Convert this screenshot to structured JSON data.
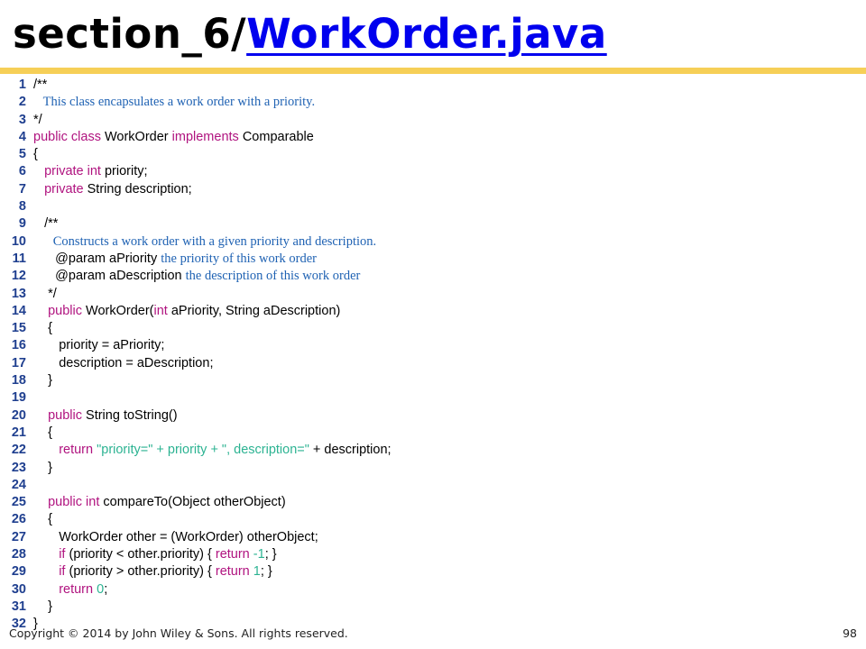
{
  "title": {
    "prefix": "section_6/",
    "link": "WorkOrder.java"
  },
  "footer": {
    "copyright": "Copyright © 2014 by John Wiley & Sons.  All rights reserved.",
    "page": "98"
  },
  "code": [
    {
      "n": "1",
      "segs": [
        {
          "t": "/**",
          "c": "pl"
        }
      ]
    },
    {
      "n": "2",
      "segs": [
        {
          "t": "   This class encapsulates a work order with a priority.",
          "c": "cm"
        }
      ]
    },
    {
      "n": "3",
      "segs": [
        {
          "t": "*/",
          "c": "pl"
        }
      ]
    },
    {
      "n": "4",
      "segs": [
        {
          "t": "public class ",
          "c": "kw"
        },
        {
          "t": "WorkOrder ",
          "c": "pl"
        },
        {
          "t": "implements ",
          "c": "kw"
        },
        {
          "t": "Comparable",
          "c": "pl"
        }
      ]
    },
    {
      "n": "5",
      "segs": [
        {
          "t": "{",
          "c": "pl"
        }
      ]
    },
    {
      "n": "6",
      "segs": [
        {
          "t": "   private int ",
          "c": "kw"
        },
        {
          "t": "priority;",
          "c": "pl"
        }
      ]
    },
    {
      "n": "7",
      "segs": [
        {
          "t": "   private ",
          "c": "kw"
        },
        {
          "t": "String description;",
          "c": "pl"
        }
      ]
    },
    {
      "n": "8",
      "segs": []
    },
    {
      "n": "9",
      "segs": [
        {
          "t": "   /**",
          "c": "pl"
        }
      ]
    },
    {
      "n": "10",
      "segs": [
        {
          "t": "      Constructs a work order with a given priority and description.",
          "c": "cm"
        }
      ]
    },
    {
      "n": "11",
      "segs": [
        {
          "t": "      @param aPriority ",
          "c": "pl"
        },
        {
          "t": "the priority of this work order",
          "c": "cm"
        }
      ]
    },
    {
      "n": "12",
      "segs": [
        {
          "t": "      @param aDescription ",
          "c": "pl"
        },
        {
          "t": "the description of this work order",
          "c": "cm"
        }
      ]
    },
    {
      "n": "13",
      "segs": [
        {
          "t": "    */",
          "c": "pl"
        }
      ]
    },
    {
      "n": "14",
      "segs": [
        {
          "t": "    public ",
          "c": "kw"
        },
        {
          "t": "WorkOrder(",
          "c": "pl"
        },
        {
          "t": "int ",
          "c": "kw"
        },
        {
          "t": "aPriority, String aDescription)",
          "c": "pl"
        }
      ]
    },
    {
      "n": "15",
      "segs": [
        {
          "t": "    {",
          "c": "pl"
        }
      ]
    },
    {
      "n": "16",
      "segs": [
        {
          "t": "       priority = aPriority;",
          "c": "pl"
        }
      ]
    },
    {
      "n": "17",
      "segs": [
        {
          "t": "       description = aDescription;",
          "c": "pl"
        }
      ]
    },
    {
      "n": "18",
      "segs": [
        {
          "t": "    }",
          "c": "pl"
        }
      ]
    },
    {
      "n": "19",
      "segs": []
    },
    {
      "n": "20",
      "segs": [
        {
          "t": "    public ",
          "c": "kw"
        },
        {
          "t": "String toString()",
          "c": "pl"
        }
      ]
    },
    {
      "n": "21",
      "segs": [
        {
          "t": "    {",
          "c": "pl"
        }
      ]
    },
    {
      "n": "22",
      "segs": [
        {
          "t": "       return ",
          "c": "kw"
        },
        {
          "t": "\"priority=\" + priority + \", description=\"",
          "c": "str"
        },
        {
          "t": " + description;",
          "c": "pl"
        }
      ]
    },
    {
      "n": "23",
      "segs": [
        {
          "t": "    }",
          "c": "pl"
        }
      ]
    },
    {
      "n": "24",
      "segs": []
    },
    {
      "n": "25",
      "segs": [
        {
          "t": "    public int ",
          "c": "kw"
        },
        {
          "t": "compareTo(Object otherObject)",
          "c": "pl"
        }
      ]
    },
    {
      "n": "26",
      "segs": [
        {
          "t": "    {",
          "c": "pl"
        }
      ]
    },
    {
      "n": "27",
      "segs": [
        {
          "t": "       WorkOrder other = (WorkOrder) otherObject;",
          "c": "pl"
        }
      ]
    },
    {
      "n": "28",
      "segs": [
        {
          "t": "       if ",
          "c": "kw"
        },
        {
          "t": "(priority < other.priority) { ",
          "c": "pl"
        },
        {
          "t": "return ",
          "c": "kw"
        },
        {
          "t": "-1",
          "c": "num"
        },
        {
          "t": "; }",
          "c": "pl"
        }
      ]
    },
    {
      "n": "29",
      "segs": [
        {
          "t": "       if ",
          "c": "kw"
        },
        {
          "t": "(priority > other.priority) { ",
          "c": "pl"
        },
        {
          "t": "return ",
          "c": "kw"
        },
        {
          "t": "1",
          "c": "num"
        },
        {
          "t": "; }",
          "c": "pl"
        }
      ]
    },
    {
      "n": "30",
      "segs": [
        {
          "t": "       return ",
          "c": "kw"
        },
        {
          "t": "0",
          "c": "num"
        },
        {
          "t": ";",
          "c": "pl"
        }
      ]
    },
    {
      "n": "31",
      "segs": [
        {
          "t": "    }",
          "c": "pl"
        }
      ]
    },
    {
      "n": "32",
      "segs": [
        {
          "t": "}",
          "c": "pl"
        }
      ]
    }
  ]
}
